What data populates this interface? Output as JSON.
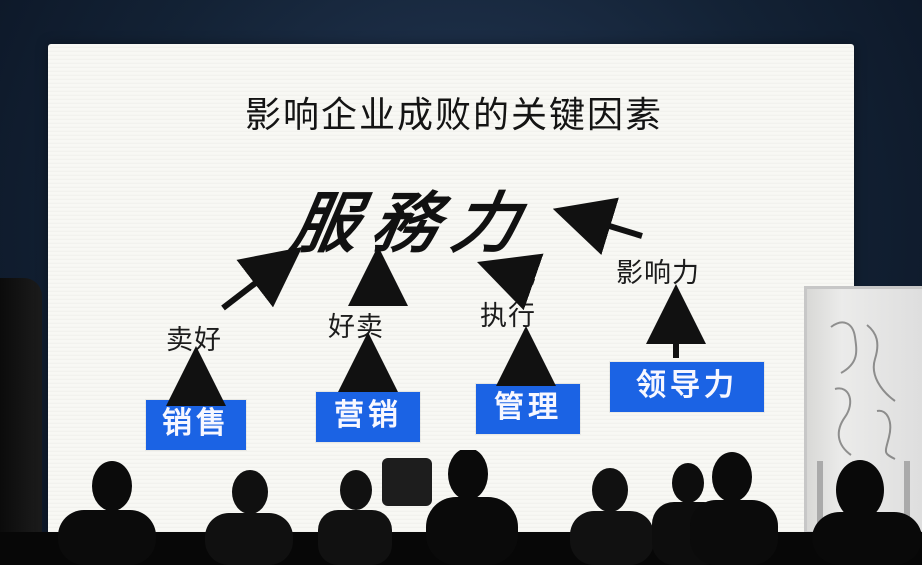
{
  "slide": {
    "title": "影响企业成败的关键因素",
    "core": "服務力",
    "labels": [
      "卖好",
      "好卖",
      "执行",
      "影响力"
    ],
    "boxes": [
      "销售",
      "营销",
      "管理",
      "领导力"
    ]
  },
  "colors": {
    "box_fill": "#1b63e4",
    "text": "#141414",
    "screen": "#f8f8f4"
  }
}
